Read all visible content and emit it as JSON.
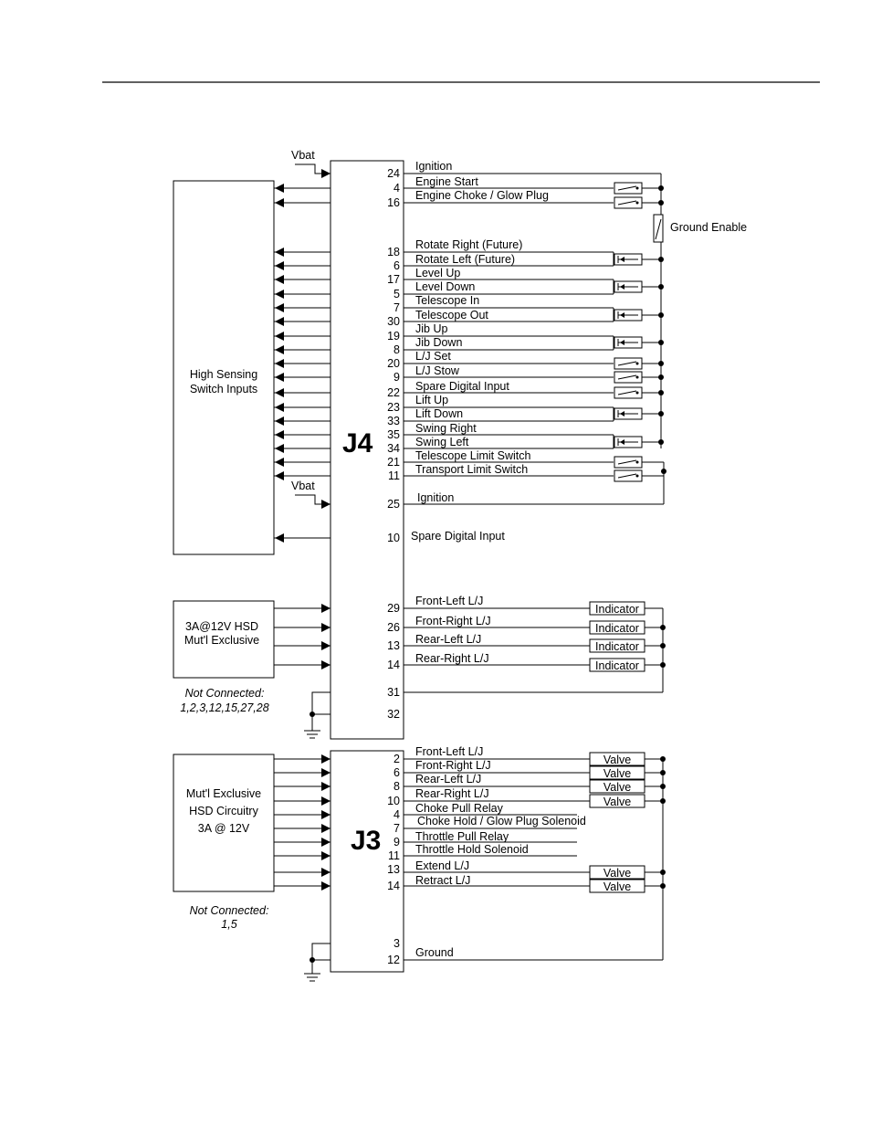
{
  "j4": {
    "title": "J4",
    "vbat_label": "Vbat",
    "left_block_label": [
      "High Sensing",
      "Switch Inputs"
    ],
    "hsd_block_label": [
      "3A@12V HSD",
      "Mut'l Exclusive"
    ],
    "not_connected": [
      "Not Connected:",
      "1,2,3,12,15,27,28"
    ],
    "ground_enable": "Ground Enable",
    "pins": [
      {
        "pin": "24",
        "label": "Ignition"
      },
      {
        "pin": "4",
        "label": "Engine Start"
      },
      {
        "pin": "16",
        "label": "Engine Choke / Glow Plug"
      },
      {
        "pin": "18",
        "label": "Rotate Right (Future)"
      },
      {
        "pin": "6",
        "label": "Rotate Left (Future)"
      },
      {
        "pin": "17",
        "label": "Level Up"
      },
      {
        "pin": "5",
        "label": "Level Down"
      },
      {
        "pin": "7",
        "label": "Telescope In"
      },
      {
        "pin": "30",
        "label": "Telescope Out"
      },
      {
        "pin": "19",
        "label": "Jib Up"
      },
      {
        "pin": "8",
        "label": "Jib Down"
      },
      {
        "pin": "20",
        "label": "L/J Set"
      },
      {
        "pin": "9",
        "label": "L/J Stow"
      },
      {
        "pin": "22",
        "label": "Spare Digital Input"
      },
      {
        "pin": "23",
        "label": "Lift Up"
      },
      {
        "pin": "33",
        "label": "Lift Down"
      },
      {
        "pin": "35",
        "label": "Swing Right"
      },
      {
        "pin": "34",
        "label": "Swing Left"
      },
      {
        "pin": "21",
        "label": "Telescope Limit Switch"
      },
      {
        "pin": "11",
        "label": "Transport Limit Switch"
      },
      {
        "pin": "25",
        "label": "Ignition"
      },
      {
        "pin": "10",
        "label": "Spare Digital Input"
      },
      {
        "pin": "29",
        "label": "Front-Left L/J"
      },
      {
        "pin": "26",
        "label": "Front-Right L/J"
      },
      {
        "pin": "13",
        "label": "Rear-Left L/J"
      },
      {
        "pin": "14",
        "label": "Rear-Right L/J"
      },
      {
        "pin": "31",
        "label": ""
      },
      {
        "pin": "32",
        "label": ""
      }
    ],
    "indicator_label": "Indicator"
  },
  "j3": {
    "title": "J3",
    "block_label": [
      "Mut'l Exclusive",
      "HSD Circuitry",
      "3A @ 12V"
    ],
    "not_connected": [
      "Not Connected:",
      "1,5"
    ],
    "valve_label": "Valve",
    "pins": [
      {
        "pin": "2",
        "label": "Front-Left L/J"
      },
      {
        "pin": "6",
        "label": "Front-Right L/J"
      },
      {
        "pin": "8",
        "label": "Rear-Left L/J"
      },
      {
        "pin": "10",
        "label": "Rear-Right L/J"
      },
      {
        "pin": "4",
        "label": "Choke Pull Relay"
      },
      {
        "pin": "7",
        "label": "Choke Hold / Glow Plug Solenoid"
      },
      {
        "pin": "9",
        "label": "Throttle Pull Relay"
      },
      {
        "pin": "11",
        "label": "Throttle Hold Solenoid"
      },
      {
        "pin": "13",
        "label": "Extend L/J"
      },
      {
        "pin": "14",
        "label": "Retract L/J"
      },
      {
        "pin": "3",
        "label": ""
      },
      {
        "pin": "12",
        "label": "Ground"
      }
    ]
  }
}
